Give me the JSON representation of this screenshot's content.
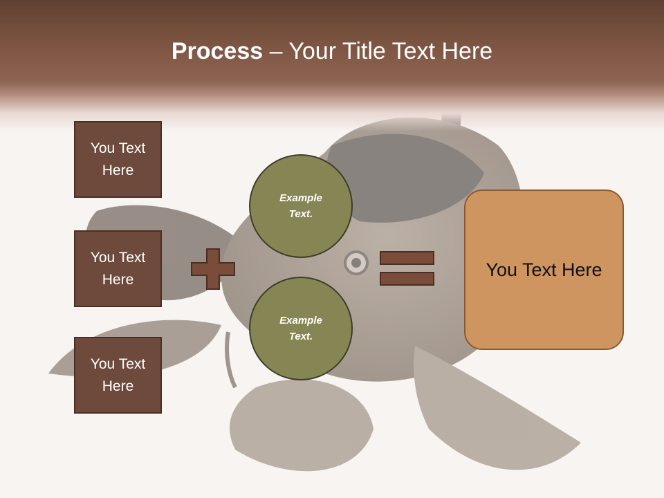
{
  "header": {
    "title_strong": "Process",
    "title_rest": " – Your Title Text Here"
  },
  "inputs": [
    {
      "label": "You Text Here"
    },
    {
      "label": "You Text Here"
    },
    {
      "label": "You Text Here"
    }
  ],
  "operators": {
    "plus_icon": "plus-sign",
    "equals_icon": "equals-sign"
  },
  "circles": [
    {
      "label": "Example Text."
    },
    {
      "label": "Example Text."
    }
  ],
  "result": {
    "label": "You Text Here"
  },
  "colors": {
    "header": "#8d6452",
    "box": "#6e4a3c",
    "circle": "#868654",
    "result": "#cf9561",
    "operator": "#7a4c3a"
  }
}
